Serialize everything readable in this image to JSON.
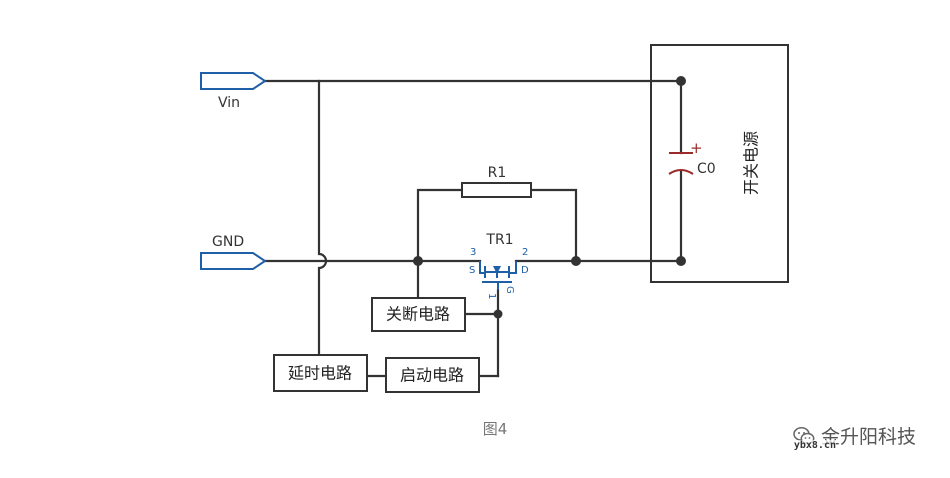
{
  "ports": {
    "vin": "Vin",
    "gnd": "GND"
  },
  "components": {
    "r1": "R1",
    "tr1": "TR1",
    "c0": "C0",
    "c0_polarity": "+",
    "tr1_pins": {
      "source_num": "3",
      "source": "S",
      "drain_num": "2",
      "drain": "D",
      "gate_num": "1",
      "gate": "G"
    }
  },
  "blocks": {
    "shutdown": "关断电路",
    "delay": "延时电路",
    "startup": "启动电路",
    "power_supply": "开关电源"
  },
  "caption": "图4",
  "watermark": {
    "brand": "金升阳科技",
    "site": "ybx8.cn",
    "icon": "wechat-icon"
  },
  "colors": {
    "wire": "#333333",
    "component": "#1f5fa8",
    "capacitor": "#9b2b2b"
  }
}
